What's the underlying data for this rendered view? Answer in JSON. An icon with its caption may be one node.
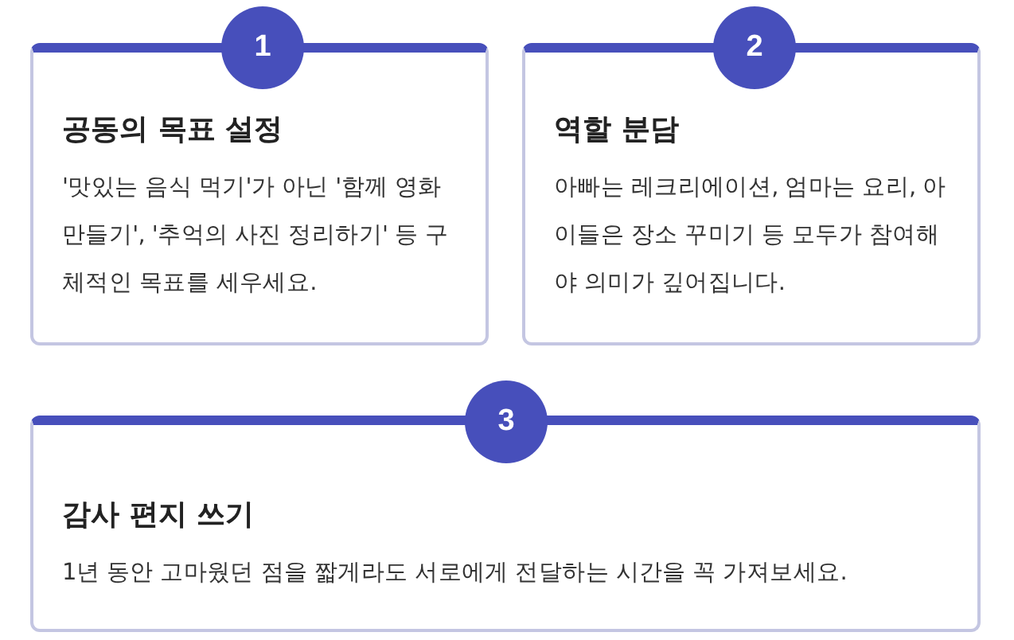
{
  "diagram": {
    "nodes": [
      {
        "text": [
          "1"
        ]
      },
      {
        "text": [
          "공동의 목표 설정",
          "'맛있는 음식 먹기'가 아닌 '함께 영화 만들기', '추억의 사진 정리하기' 등 구체적인 목표를 세우세요."
        ]
      },
      {
        "text": [
          "2"
        ]
      },
      {
        "text": [
          "역할 분담",
          "아빠는 레크리에이션, 엄마는 요리, 아이들은 장소 꾸미기 등 모두가 참여해야 의미가 깊어집니다."
        ]
      },
      {
        "text": [
          "3"
        ]
      },
      {
        "text": [
          "감사 편지 쓰기",
          "1년 동안 고마웠던 점을 짧게라도 서로에게 전달하는 시간을 꼭 가져보세요."
        ]
      }
    ]
  }
}
